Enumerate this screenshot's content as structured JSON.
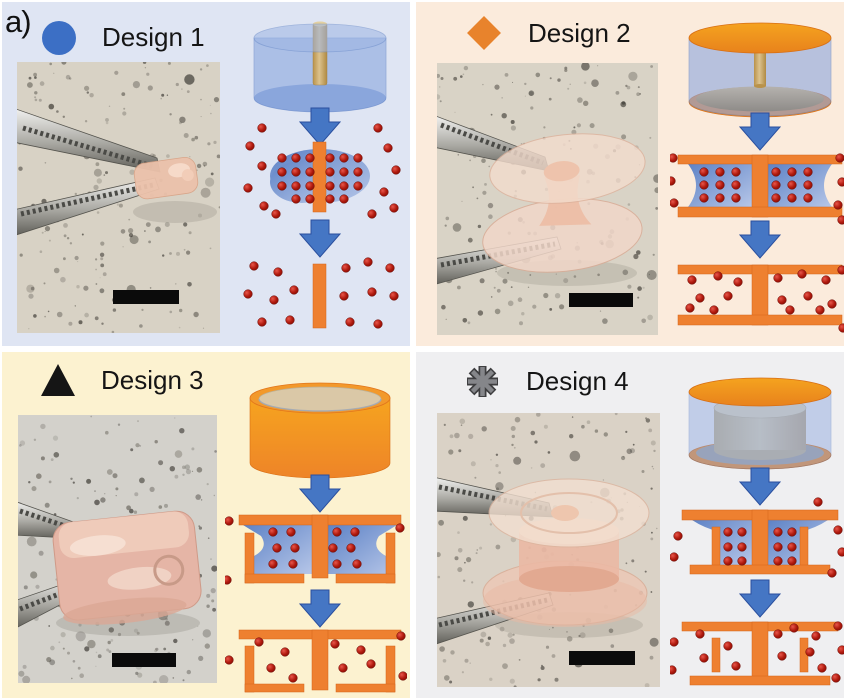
{
  "figure": {
    "panel_label": "a)",
    "description_visible_text_only": true
  },
  "colors": {
    "design1_bg": "#dfe5f3",
    "design2_bg": "#fbebdc",
    "design3_bg": "#fcf2d0",
    "design4_bg": "#efeff1",
    "marker_blue": "#3c6fc5",
    "marker_orange": "#e8832c",
    "marker_black": "#151515",
    "marker_gray": "#85868a",
    "mold_orange": "#ee8030",
    "arrow_blue": "#4576c4",
    "gel_blue": "#8aa6de",
    "particle_red": "#b01b10",
    "scale_bar_black": "#0b0b0b"
  },
  "designs": [
    {
      "id": 1,
      "label": "Design 1",
      "marker": "circle"
    },
    {
      "id": 2,
      "label": "Design 2",
      "marker": "diamond"
    },
    {
      "id": 3,
      "label": "Design 3",
      "marker": "triangle"
    },
    {
      "id": 4,
      "label": "Design 4",
      "marker": "asterisk"
    }
  ]
}
